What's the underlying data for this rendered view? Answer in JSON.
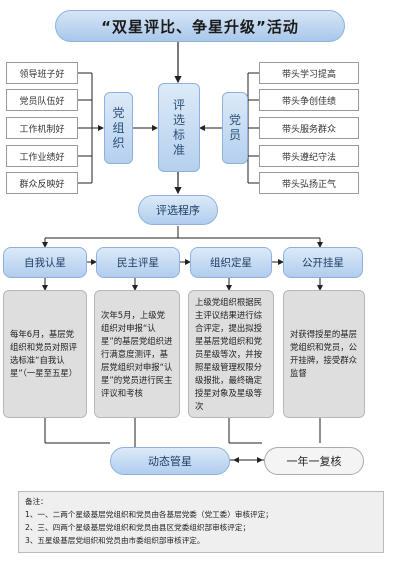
{
  "title": "“双星评比、争星升级”活动",
  "left_group": {
    "label": "党组织",
    "items": [
      "领导班子好",
      "党员队伍好",
      "工作机制好",
      "工作业绩好",
      "群众反映好"
    ]
  },
  "center_label": "评选标准",
  "right_group": {
    "label": "党员",
    "items": [
      "带头学习提高",
      "带头争创佳绩",
      "带头服务群众",
      "带头遵纪守法",
      "带头弘扬正气"
    ]
  },
  "procedure_label": "评选程序",
  "steps": [
    {
      "label": "自我认星",
      "desc": "每年6月，基层党组织和党员对照评选标准“自我认星”（一星至五星）"
    },
    {
      "label": "民主评星",
      "desc": "次年5月，上级党组织对申报“认星”的基层党组织进行满意度测评，基层党组织对申报“认星”的党员进行民主评议和考核"
    },
    {
      "label": "组织定星",
      "desc": "上级党组织根据民主评议结果进行综合评定，提出拟授星基层党组织和党员星级等次，并按照星级管理权限分级报批，最终确定授星对象及星级等次"
    },
    {
      "label": "公开挂星",
      "desc": "对获得授星的基层党组织和党员，公开挂牌，接受群众监督"
    }
  ],
  "dynamic_label": "动态管星",
  "annual_label": "一年一复核",
  "notes": {
    "heading": "备注：",
    "lines": [
      "1、一、二两个星级基层党组织和党员由各基层党委（党工委）审核评定；",
      "2、三、四两个星级基层党组织和党员由县区党委组织部审核评定；",
      "3、五星级基层党组织和党员由市委组织部审核评定。"
    ]
  },
  "colors": {
    "accent": "#b0cdee",
    "border": "#8fb2dc",
    "arrow": "#222222",
    "desc_bg": "#dedede"
  }
}
